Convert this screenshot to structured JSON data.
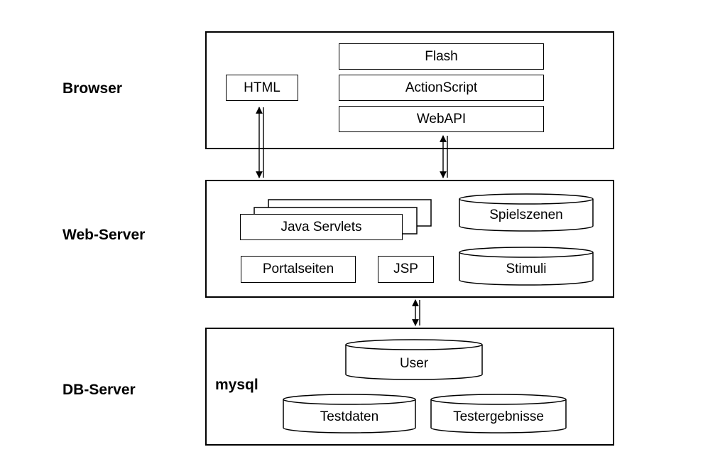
{
  "tiers": {
    "browser": "Browser",
    "web_server": "Web-Server",
    "db_server": "DB-Server"
  },
  "browser": {
    "html": "HTML",
    "flash": "Flash",
    "actionscript": "ActionScript",
    "webapi": "WebAPI"
  },
  "web_server": {
    "java_servlets": "Java Servlets",
    "portalseiten": "Portalseiten",
    "jsp": "JSP",
    "spielszenen": "Spielszenen",
    "stimuli": "Stimuli"
  },
  "db_server": {
    "engine": "mysql",
    "user": "User",
    "testdaten": "Testdaten",
    "testergebnisse": "Testergebnisse"
  }
}
